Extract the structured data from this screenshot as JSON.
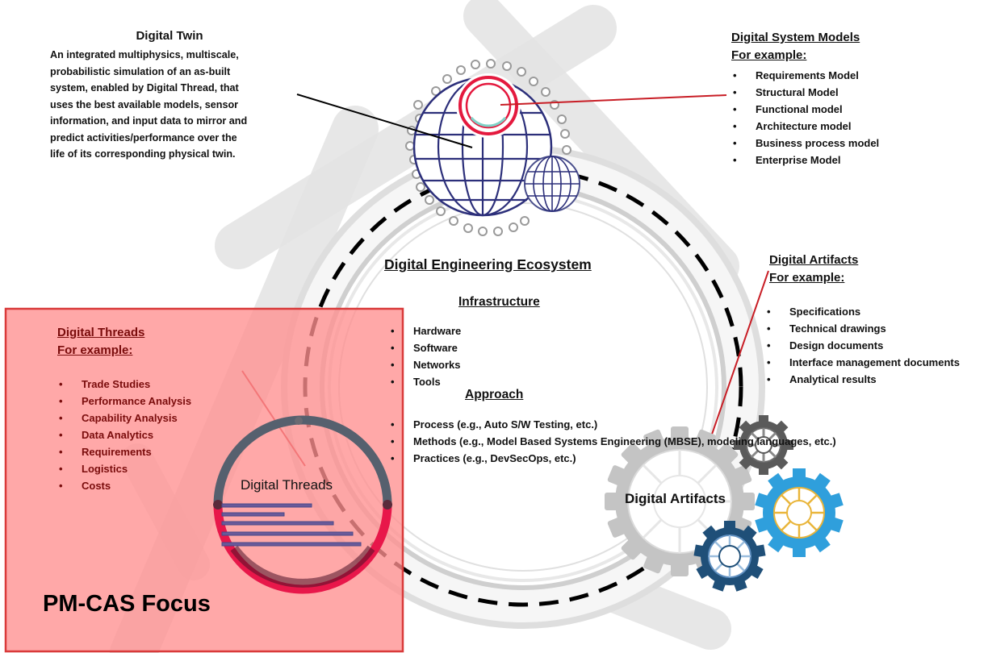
{
  "digital_twin": {
    "title": "Digital Twin",
    "description_lines": [
      "An integrated multiphysics, multiscale,",
      "probabilistic simulation of an as-built",
      "system, enabled by Digital Thread, that",
      "uses the best available models, sensor",
      "information, and input data to mirror and",
      "predict activities/performance over the",
      "life of its corresponding physical twin."
    ]
  },
  "digital_system_models": {
    "title": "Digital System Models",
    "subtitle": "For example:",
    "items": [
      "Requirements Model",
      "Structural Model",
      "Functional model",
      "Architecture model",
      "Business process model",
      "Enterprise Model"
    ]
  },
  "ecosystem": {
    "title": "Digital Engineering Ecosystem",
    "infrastructure_title": "Infrastructure",
    "infrastructure_items": [
      "Hardware",
      "Software",
      "Networks",
      "Tools"
    ],
    "approach_title": "Approach",
    "approach_items": [
      "Process (e.g., Auto S/W Testing, etc.)",
      "Methods (e.g., Model Based Systems Engineering (MBSE), modeling languages, etc.)",
      "Practices (e.g., DevSecOps, etc.)"
    ]
  },
  "digital_artifacts": {
    "title": "Digital Artifacts",
    "subtitle": "For example:",
    "items": [
      "Specifications",
      "Technical drawings",
      "Design documents",
      "Interface management documents",
      "Analytical results"
    ],
    "gear_label": "Digital Artifacts"
  },
  "digital_threads": {
    "title": "Digital Threads",
    "subtitle": "For example:",
    "items": [
      "Trade Studies",
      "Performance Analysis",
      "Capability Analysis",
      "Data Analytics",
      "Requirements",
      "Logistics",
      "Costs"
    ],
    "circle_label": "Digital Threads"
  },
  "focus_label": "PM-CAS Focus",
  "colors": {
    "focus_fill": "#ff9d9d",
    "focus_border": "#d93a3a",
    "thread_red": "#e8174a",
    "thread_slate": "#56606e",
    "gear_gray": "#b9b9b9",
    "gear_blue": "#2f9fdc",
    "gear_navy": "#1f4f78",
    "gear_dark": "#5a5a5a",
    "globe_navy": "#2c2f7a",
    "leader_red": "#c81d25"
  }
}
